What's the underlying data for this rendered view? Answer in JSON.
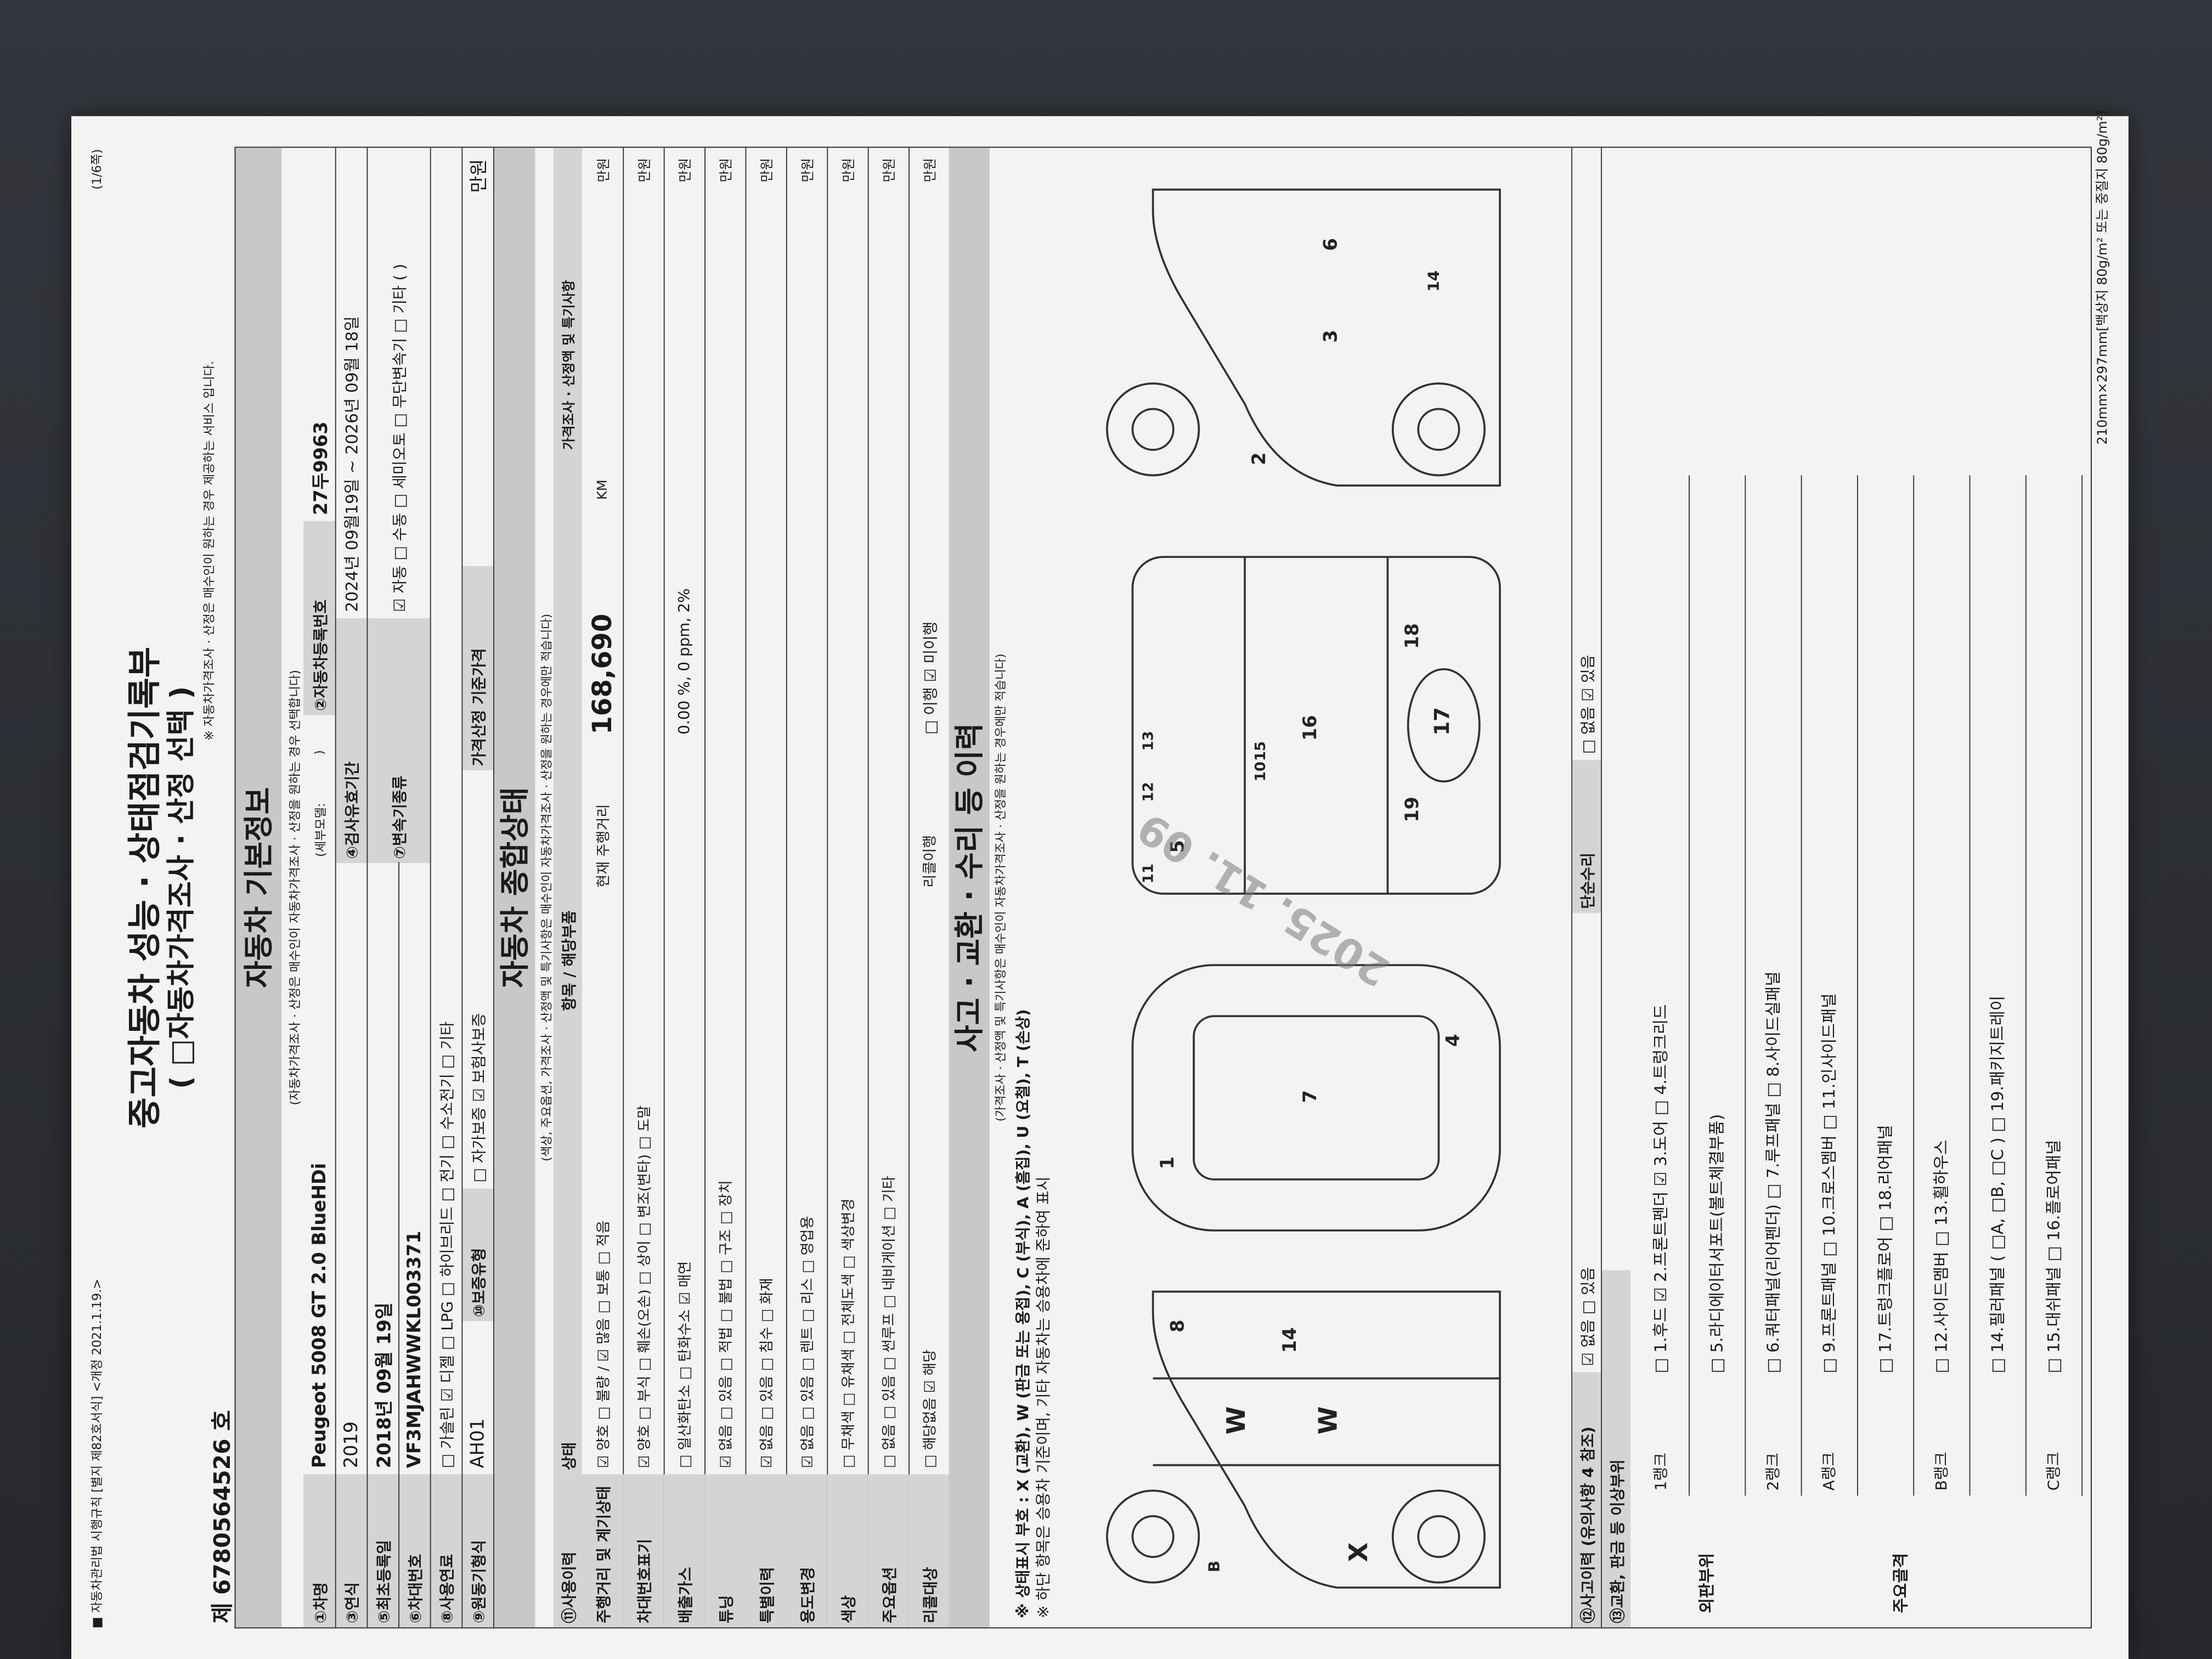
{
  "header": {
    "top_note": "■ 자동차관리법 시행규칙 [별지 제82호서식] <개정 2021.1.19.>",
    "page_note": "(1/6쪽)",
    "title_line1": "중고자동차 성능 · 상태점검기록부",
    "title_line2": "( □자동차가격조사 · 산정 선택 )",
    "subtitle_note": "※ 자동차가격조사 · 산정은 매수인이 원하는 경우 제공하는 서비스 입니다.",
    "record_no": "제 6780564526 호"
  },
  "basic_info": {
    "section_title": "자동차 기본정보",
    "section_note": "(자동차가격조사 · 산정은 매수인이 자동차가격조사 · 산정을 원하는 경우 선택합니다)",
    "rows": [
      {
        "label": "①차명",
        "value": "Peugeot 5008 GT 2.0 BlueHDi",
        "extra_label": "(세부모델:",
        "extra_value": ")",
        "label2": "②자동차등록번호",
        "value2": "27두9963"
      },
      {
        "label": "③연식",
        "value": "2019",
        "label2": "④검사유효기간",
        "value2": "2024년 09월19일 ~ 2026년 09월 18일"
      },
      {
        "label": "⑤최초등록일",
        "value": "2018년 09월 19일",
        "label2": "⑦변속기종류",
        "value2": "☑ 자동  □ 수동  □ 세미오토  □ 무단변속기  □ 기타 ( )"
      },
      {
        "label": "⑥차대번호",
        "value": "VF3MJAHWWKL003371"
      },
      {
        "label": "⑧사용연료",
        "value": "□ 가솔린 ☑ 디젤 □ LPG □ 하이브리드 □ 전기 □ 수소전기 □ 기타"
      },
      {
        "label": "⑨원동기형식",
        "value": "AH01",
        "label2": "⑩보증유형",
        "value2": "□ 자가보증  ☑ 보험사보증",
        "label3": "가격산정 기준가격",
        "value3": "만원"
      }
    ]
  },
  "overall": {
    "section_title": "자동차 종합상태",
    "section_note": "(색상, 주요옵션, 가격조사 · 산정액 및 특기사항은 매수인이 자동차가격조사 · 산정을 원하는 경우에만 적습니다)",
    "col_headers": [
      "⑪사용이력",
      "상태",
      "항목 / 해당부품",
      "가격조사 · 산정액 및 특기사항"
    ],
    "rows": [
      {
        "label": "주행거리 및 계기상태",
        "state": "☑ 양호 □ 불량 / ☑ 많음 □ 보통 □ 적음",
        "item": "현재 주행거리",
        "item_value": "168,690",
        "unit": "KM"
      },
      {
        "label": "차대번호표기",
        "state": "☑ 양호 □ 부식 □ 훼손(오손) □ 상이 □ 변조(변타) □ 도말"
      },
      {
        "label": "배출가스",
        "state": "□ 일산화탄소 □ 탄화수소 ☑ 매연",
        "item_value": "0.00 %,   0 ppm,   2%"
      },
      {
        "label": "튜닝",
        "state": "☑ 없음 □ 있음 □ 적법 □ 불법 □ 구조 □ 장치"
      },
      {
        "label": "특별이력",
        "state": "☑ 없음 □ 있음 □ 침수 □ 화재"
      },
      {
        "label": "용도변경",
        "state": "☑ 없음 □ 있음 □ 렌트 □ 리스 □ 영업용"
      },
      {
        "label": "색상",
        "state": "□ 무채색 □ 유채색 □ 전체도색 □ 색상변경"
      },
      {
        "label": "주요옵션",
        "state": "□ 없음 □ 있음 □ 썬루프 □ 네비게이션 □ 기타"
      },
      {
        "label": "리콜대상",
        "state": "□ 해당없음 ☑ 해당",
        "item": "리콜이행",
        "item_value": "□ 이행 ☑ 미이행"
      }
    ],
    "manwon": "만원"
  },
  "accident": {
    "section_title": "사고 · 교환 · 수리 등 이력",
    "section_note": "(가격조사 · 산정액 및 특기사항은 매수인이 자동차가격조사 · 산정을 원하는 경우에만 적습니다)",
    "legend": "※ 상태표시 부호 : X (교환), W (판금 또는 용접), C (부식), A (흠집), U (요철), T (손상)",
    "legend2": "※ 하단 항목은 승용차 기준이며, 기타 자동차는 승용차에 준하여 표시",
    "history_label": "⑫사고이력 (유의사항 4 참조)",
    "history_value": "☑ 없음 □ 있음",
    "simple_repair": "단순수리",
    "simple_repair_value": "□ 없음 ☑ 있음",
    "exchange_label": "⑬교환, 판금 등 이상부위",
    "outer_label": "외판부위",
    "frame_label": "주요골격",
    "ranks": [
      {
        "rank": "1랭크",
        "items": "□ 1.후드  ☑ 2.프론트펜더  ☑ 3.도어  □ 4.트렁크리드"
      },
      {
        "rank": "",
        "items": "□ 5.라디에이터서포트(볼트체결부품)"
      },
      {
        "rank": "2랭크",
        "items": "□ 6.쿼터패널(리어펜더)  □ 7.루프패널  □ 8.사이드실패널"
      },
      {
        "rank": "A랭크",
        "items": "□ 9.프론트패널  □ 10.크로스멤버  □ 11.인사이드패널"
      },
      {
        "rank": "",
        "items": "□ 17.트렁크플로어  □ 18.리어패널"
      },
      {
        "rank": "B랭크",
        "items": "□ 12.사이드멤버  □ 13.휠하우스"
      },
      {
        "rank": "",
        "items": "□ 14.필러패널 ( □A, □B, □C )  □ 19.패키지트레이"
      },
      {
        "rank": "C랭크",
        "items": "□ 15.대쉬패널  □ 16.플로어패널"
      }
    ],
    "diagram_marks": {
      "left_top": "X",
      "left_w1": "W",
      "left_w2": "W",
      "left_14": "14",
      "left_8": "8",
      "left_b": "B",
      "top_1": "1",
      "top_7": "7",
      "top_4": "4",
      "frame_5": "5",
      "frame_16": "16",
      "frame_19": "19",
      "frame_17": "17",
      "frame_18": "18",
      "frame_11": "11",
      "frame_12": "12",
      "frame_13": "13",
      "frame_10": "10",
      "frame_15": "15",
      "right_2": "2",
      "right_3": "3",
      "right_6": "6",
      "right_14": "14"
    }
  },
  "footer": {
    "paper_size": "210mm×297mm[백상지 80g/m² 또는 중질지 80g/m²]"
  },
  "stamp": {
    "text": "2025. 11. 09"
  }
}
